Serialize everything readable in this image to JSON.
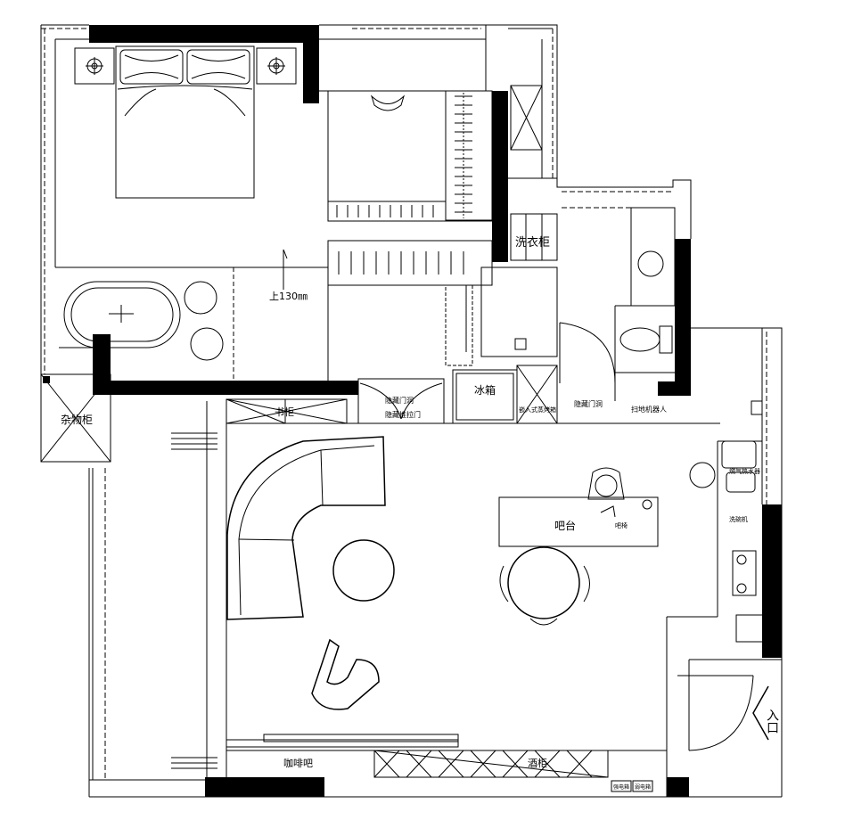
{
  "plan": {
    "rooms": {
      "laundry_cabinet": "洗衣柜",
      "sundries_cabinet": "杂物柜",
      "fridge": "冰箱",
      "bookcase": "书柜",
      "bar": "吧台",
      "coffee_bar": "咖啡吧",
      "display_cabinet": "酒柜"
    },
    "annotations": {
      "level": "上130㎜",
      "hidden_door_1": "隐藏门洞",
      "hidden_door_2": "隐藏推拉门",
      "embedded_oven": "嵌入式蒸烤箱",
      "hidden_door_3": "隐藏门洞",
      "robot_vacuum": "扫地机器人",
      "water_heater": "燃气热水器",
      "washer": "洗碗机",
      "bar_chair": "吧椅",
      "panel_a": "强电箱",
      "panel_b": "弱电箱"
    },
    "entrance": "入口"
  }
}
